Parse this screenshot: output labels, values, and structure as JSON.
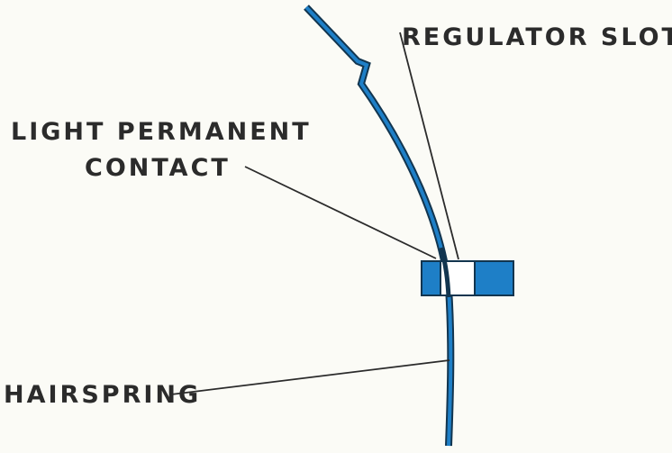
{
  "labels": {
    "regulator_slot": "REGULATOR SLOT",
    "light_permanent_contact_line1": "LIGHT PERMANENT",
    "light_permanent_contact_line2": "CONTACT",
    "hairspring": "HAIRSPRING"
  },
  "colors": {
    "hairspring_blue": "#1e7fc7",
    "hairspring_outline": "#12354f",
    "regulator_block_blue": "#1e7fc7",
    "slot_white": "#ffffff",
    "leader_line": "#2b2b2b",
    "label_text": "#2b2b2b",
    "background": "#fbfbf6"
  }
}
